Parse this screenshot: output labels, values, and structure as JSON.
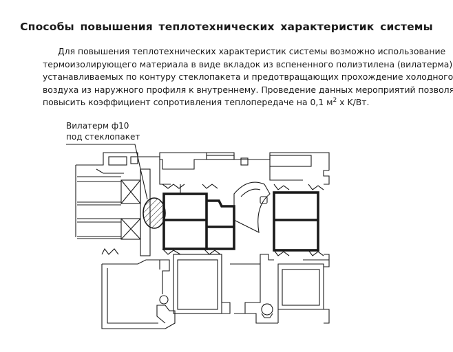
{
  "document": {
    "title": "Способы повышения теплотехнических характеристик системы",
    "paragraph_lines": [
      "Для повышения теплотехнических характеристик системы возможно использование",
      "термоизолирующего материала в виде вкладок из вспененного полиэтилена (вилатерма),",
      "устанавливаемых по контуру стеклопакета и предотвращающих прохождение холодного",
      "воздуха из наружного профиля к внутреннему. Проведение данных мероприятий позволяет"
    ],
    "last_line_prefix": "повысить коэффициент сопротивления теплопередаче на 0,1 м",
    "last_line_sup": "2",
    "last_line_suffix": " х K/Вт.",
    "callout": {
      "line1": "Вилатерм ф10",
      "line2": "под стеклопакет"
    }
  }
}
